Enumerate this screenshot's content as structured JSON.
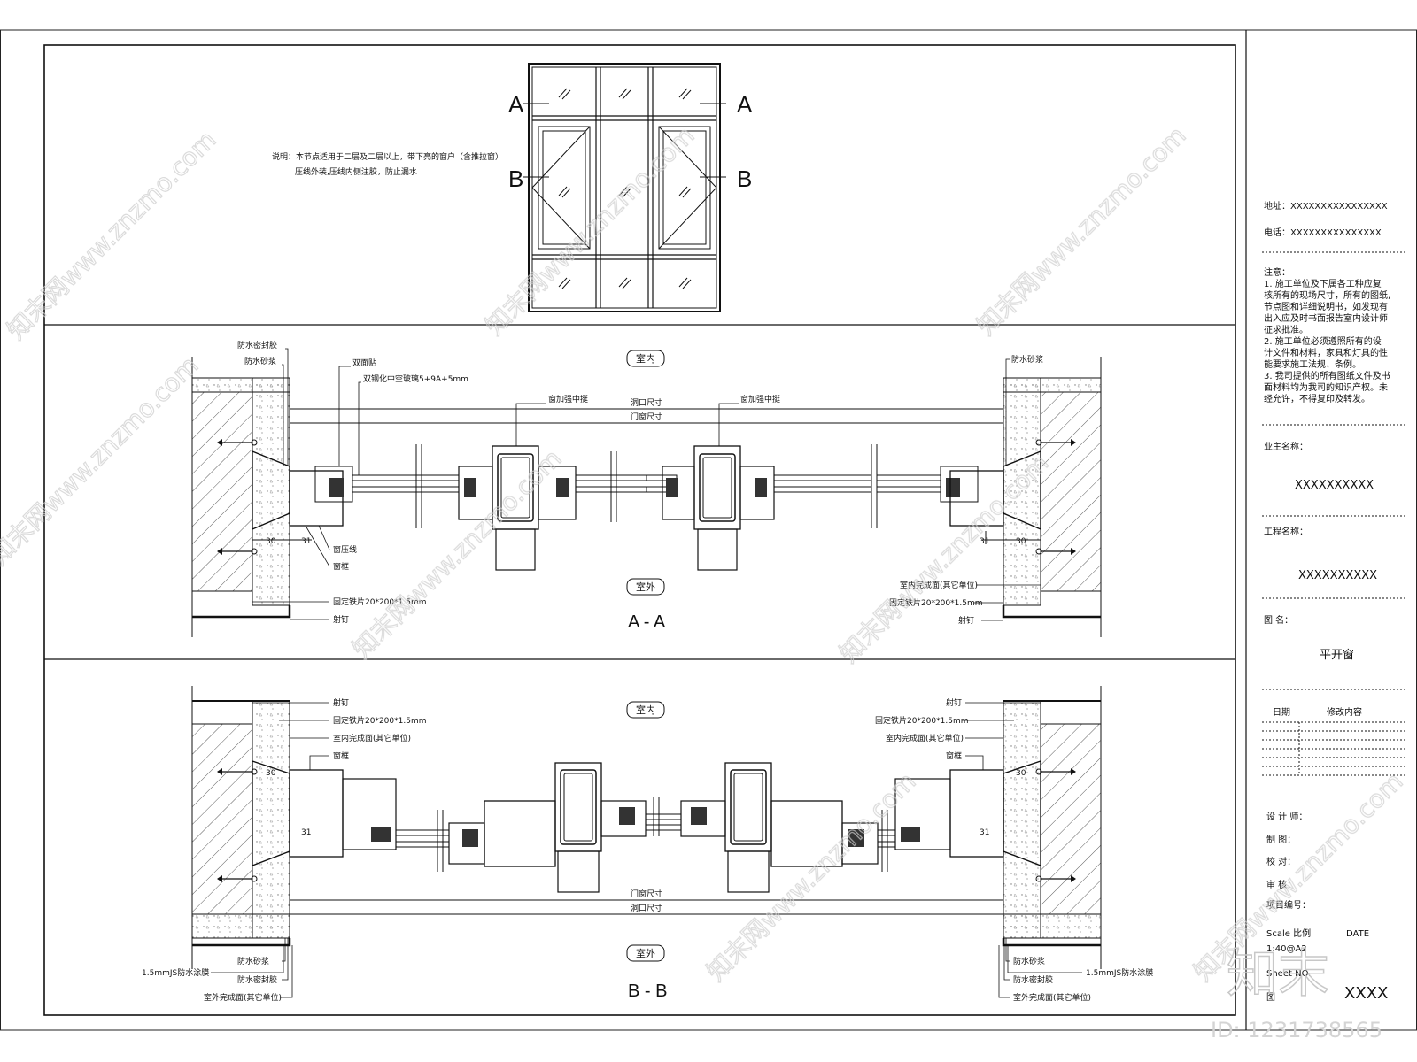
{
  "note": {
    "line1": "说明：本节点适用于二层及二层以上，带下亮的窗户（含推拉窗）",
    "line2": "压线外装,压线内侧注胶，防止漏水"
  },
  "elevation": {
    "mark_a": "A",
    "mark_b": "B"
  },
  "section_aa": {
    "title": "A - A",
    "indoor": "室内",
    "outdoor": "室外",
    "labels_left": [
      "防水密封胶",
      "防水砂浆",
      "双面贴",
      "双钢化中空玻璃5+9A+5mm",
      "窗压线",
      "窗框",
      "固定铁片20*200*1.5mm",
      "射钉"
    ],
    "labels_right": [
      "防水砂浆",
      "室内完成面(其它单位)",
      "固定铁片20*200*1.5mm",
      "射钉"
    ],
    "mullion_left": "窗加强中挺",
    "mullion_right": "窗加强中挺",
    "dim_opening": "洞口尺寸",
    "dim_window": "门窗尺寸",
    "dim_30": "30",
    "dim_31": "31"
  },
  "section_bb": {
    "title": "B - B",
    "indoor": "室内",
    "outdoor": "室外",
    "labels_left_top": [
      "射钉",
      "固定铁片20*200*1.5mm",
      "室内完成面(其它单位)",
      "窗框"
    ],
    "labels_right_top": [
      "射钉",
      "固定铁片20*200*1.5mm",
      "室内完成面(其它单位)",
      "窗框"
    ],
    "labels_left_bottom": [
      "防水砂浆",
      "1.5mmJS防水涂膜",
      "防水密封胶",
      "室外完成面(其它单位)"
    ],
    "labels_right_bottom": [
      "防水砂浆",
      "1.5mmJS防水涂膜",
      "防水密封胶",
      "室外完成面(其它单位)"
    ],
    "dim_window": "门窗尺寸",
    "dim_opening": "洞口尺寸",
    "dim_30": "30",
    "dim_31": "31"
  },
  "title_block": {
    "address": "地址：XXXXXXXXXXXXXXXX",
    "phone": "电话：XXXXXXXXXXXXXXX",
    "notes": [
      "注意：",
      "1.  施工单位及下属各工种应复",
      "核所有的现场尺寸，所有的图纸,",
      "节点图和详细说明书，如发现有",
      "出入应及时书面报告室内设计师",
      "征求批准。",
      "2.  施工单位必须遵照所有的设",
      "计文件和材料，家具和灯具的性",
      "能要求施工法规、条例。",
      "3.  我司提供的所有图纸文件及书",
      "面材料均为我司的知识产权。未",
      "经允许，不得复印及转发。"
    ],
    "owner_label": "业主名称：",
    "owner_value": "XXXXXXXXXX",
    "project_label": "工程名称：",
    "project_value": "XXXXXXXXXX",
    "drawing_label": "图    名：",
    "drawing_value": "平开窗",
    "date_col": "日期",
    "revision_col": "修改内容",
    "designer": "设 计 师：",
    "drafter": "制    图：",
    "checker": "校    对：",
    "reviewer": "审    核：",
    "project_no": "项目编号：",
    "scale_label": "Scale  比例",
    "date_label": "DATE",
    "scale_value": "1:40@A2",
    "sheet_label": "Sheet NO.",
    "sheet_value": "XXXX",
    "fig_label": "图"
  },
  "watermark": {
    "text": "知末网www.znzmo.com",
    "logo": "知末",
    "id": "ID: 1231738565"
  }
}
